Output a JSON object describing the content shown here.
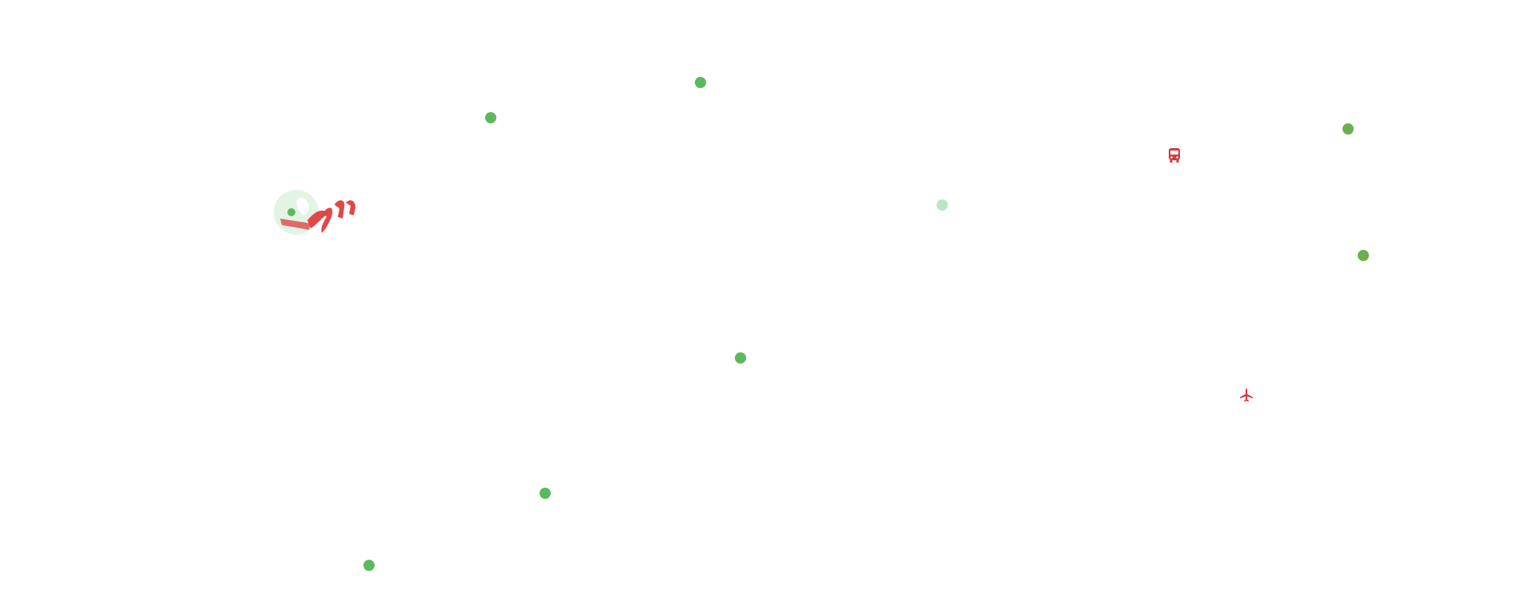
{
  "map": {
    "background_color": "#ffffff",
    "logo_icon": "brand-logo-icon",
    "markers": [
      {
        "id": "marker-1",
        "color": "#5cb85c",
        "icon": "dot-marker-icon",
        "state": "active"
      },
      {
        "id": "marker-2",
        "color": "#5cb85c",
        "icon": "dot-marker-icon",
        "state": "active"
      },
      {
        "id": "marker-3",
        "color": "#6ab04c",
        "icon": "dot-marker-icon",
        "state": "active"
      },
      {
        "id": "marker-4",
        "color": "#bfe3c6",
        "icon": "dot-marker-icon",
        "state": "faded"
      },
      {
        "id": "marker-5",
        "color": "#6ab04c",
        "icon": "dot-marker-icon",
        "state": "active"
      },
      {
        "id": "marker-6",
        "color": "#5cb85c",
        "icon": "dot-marker-icon",
        "state": "active"
      },
      {
        "id": "marker-7",
        "color": "#5cb85c",
        "icon": "dot-marker-icon",
        "state": "active"
      },
      {
        "id": "marker-8",
        "color": "#5cb85c",
        "icon": "dot-marker-icon",
        "state": "active"
      }
    ],
    "transit": [
      {
        "type": "bus",
        "icon": "bus-icon",
        "color": "#d9363e"
      },
      {
        "type": "airport",
        "icon": "airplane-icon",
        "color": "#d9363e"
      }
    ]
  }
}
